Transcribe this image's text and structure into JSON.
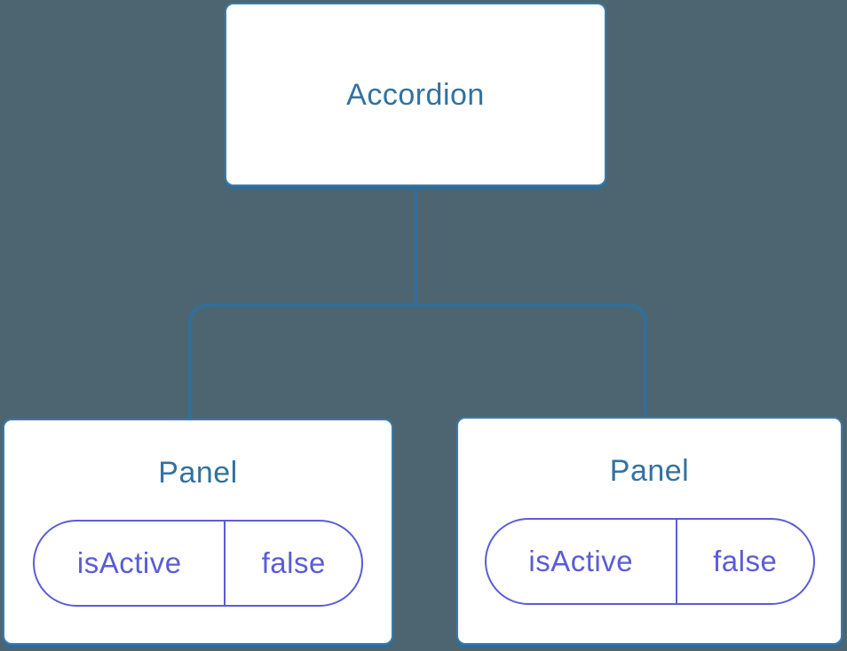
{
  "colors": {
    "background": "#4d6570",
    "connector": "#2e6f9f",
    "node-border": "#3b7bab",
    "node-shadow": "#2b6c9c",
    "node-fill": "#ffffff",
    "title": "#32729f",
    "state": "#5b5cd6"
  },
  "tree": {
    "root": {
      "label": "Accordion"
    },
    "children": [
      {
        "label": "Panel",
        "state": {
          "key": "isActive",
          "value": "false"
        }
      },
      {
        "label": "Panel",
        "state": {
          "key": "isActive",
          "value": "false"
        }
      }
    ]
  }
}
